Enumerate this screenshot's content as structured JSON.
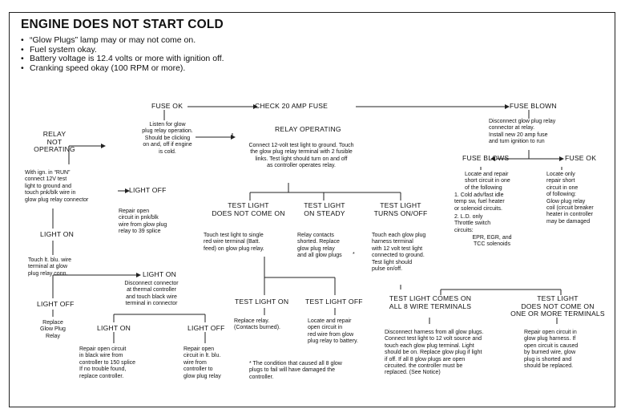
{
  "title": "ENGINE DOES NOT START COLD",
  "bullets": [
    "“Glow Plugs” lamp may or may not come on.",
    "Fuel system okay.",
    "Battery voltage is 12.4 volts or more with ignition off.",
    "Cranking speed okay (100 RPM or more)."
  ],
  "nodes": {
    "check_fuse": "CHECK 20 AMP FUSE",
    "fuse_ok": "FUSE  OK",
    "fuse_blown": "FUSE BLOWN",
    "listen_glow": "Listen for glow\nplug relay operation.\nShould be clicking\non and, off if engine\nis cold.",
    "relay_not_operating": "RELAY\nNOT OPERATING",
    "relay_operating": "RELAY OPERATING",
    "connect_test_light": "Connect 12-volt test light to ground. Touch\nthe glow plug relay terminal with 2 fusible\nlinks. Test light should turn on and off\nas controller operates relay.",
    "disconnect_relay_connector": "Disconnect glow plug relay\nconnector at relay.\nInstall new 20 amp fuse\nand turn ignition to run",
    "fuse_blows": "FUSE BLOWS",
    "fuse_ok_2": "FUSE OK",
    "locate_repair_short": "Locate and repair\nshort circuit in one\nof the following",
    "short_list_1": "1.  Cold adv/fast idle\n     temp sw, fuel heater\n     or solenoid circuits.",
    "short_list_2": "2.  L.D. only\n     Throttle switch\n     circuits:",
    "short_list_2b": "EPR, EGR, and\nTCC solenoids",
    "locate_only_repair": "Locate only\nrepair short\ncircuit in one\nof following:\nGlow plug relay\ncoil (circuit breaker\nheater in controller\nmay be damaged",
    "ign_run": "With ign. in “RUN”\nconnect 12V test\nlight to ground and\ntouch pnk/blk wire in\nglow plug relay connector",
    "light_off_1": "LIGHT OFF",
    "repair_pnk_blk": "Repair open\ncircuit in pnk/blk\nwire from glow plug\nrelay to 39 splice",
    "light_on_1": "LIGHT ON",
    "touch_blu": "Touch lt. blu. wire\nterminal at glow\nplug relay conn.",
    "light_on_2": "LIGHT ON",
    "disconnect_thermal": "Disconnect connector\nat thermal controller\nand touch black wire\nterminal in connector",
    "light_off_2": "LIGHT OFF",
    "replace_glow_relay": "Replace\nGlow Plug\nRelay",
    "light_on_3": "LIGHT ON",
    "light_off_3": "LIGHT OFF",
    "repair_black": "Repair open circuit\nin black wire from\ncontroller to 150 splice\nIf no trouble found,\nreplace controller.",
    "repair_blu": "Repair open\ncircuit in lt. blu.\nwire from\ncontroller to\nglow plug relay",
    "test_light_not_on": "TEST LIGHT\nDOES NOT COME ON",
    "test_light_steady": "TEST LIGHT\nON STEADY",
    "test_light_turns": "TEST LIGHT\nTURNS ON/OFF",
    "touch_single_red": "Touch test light to single\nred wire terminal (Batt.\nfeed) on glow plug relay.",
    "relay_contacts_shorted": "Relay contacts\nshorted. Replace\nglow plug relay\nand all glow plugs",
    "asterisk": "*",
    "touch_each_glow": "Touch each glow plug\nharness terminal\nwith 12 volt test light\nconnected to ground.\nTest light should\npulse on/off.",
    "test_light_on": "TEST LIGHT ON",
    "test_light_off": "TEST LIGHT OFF",
    "replace_relay": "Replace  relay.\n(Contacts burned).",
    "locate_open_red": "Locate and repair\nopen circuit in\nred wire from glow\nplug relay to battery.",
    "footnote": "*  The condition that caused all 8 glow\n    plugs to fail will have damaged the\n    controller.",
    "all_8": "TEST LIGHT COMES ON\nALL 8 WIRE TERMINALS",
    "one_or_more": "TEST LIGHT\nDOES NOT COME ON\nONE OR MORE TERMINALS",
    "disconnect_harness": "Disconnect harness from all glow plugs.\nConnect test light to 12 volt source and\ntouch each glow plug terminal. Light\nshould be on. Replace glow plug if light\nif off. If all 8 glow plugs are open\ncircuited. the controller must be\nreplaced. (See Notice)",
    "repair_harness": "Repair  open circuit in\nglow plug harness. If\nopen circuit is caused\nby burned wire, glow\nplug is shorted and\nshould be replaced."
  }
}
